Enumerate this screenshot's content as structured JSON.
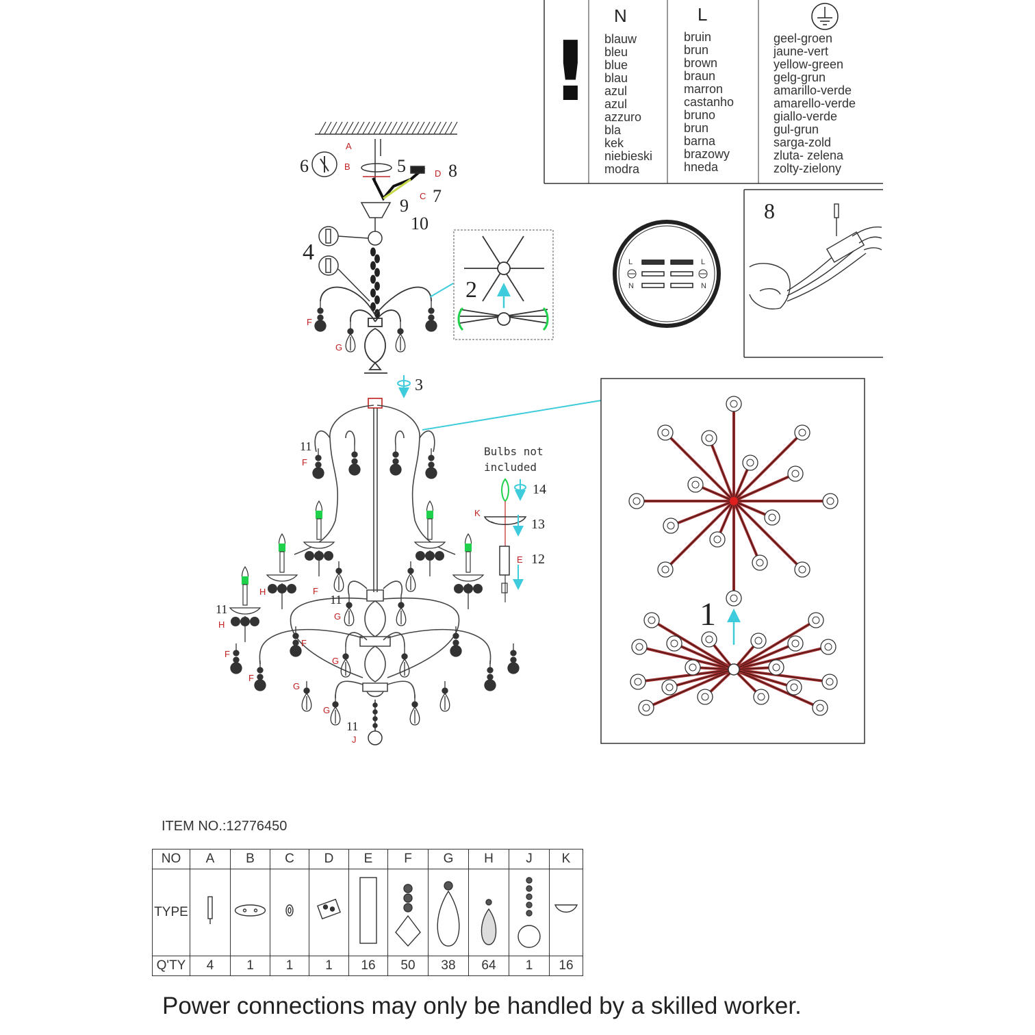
{
  "wiring_table": {
    "warning_symbol": "!",
    "columns": [
      {
        "header": "N",
        "names": [
          "blauw",
          "bleu",
          "blue",
          "blau",
          "azul",
          "azul",
          "azzuro",
          "bla",
          "kek",
          "niebieski",
          "modra"
        ]
      },
      {
        "header": "L",
        "names": [
          "bruin",
          "brun",
          "brown",
          "braun",
          "marron",
          "castanho",
          "bruno",
          "brun",
          "barna",
          "brazowy",
          "hneda"
        ]
      },
      {
        "header": "earth-ground-icon",
        "names": [
          "geel-groen",
          "jaune-vert",
          "yellow-green",
          "gelg-grun",
          "amarillo-verde",
          "amarello-verde",
          "giallo-verde",
          "gul-grun",
          "sarga-zold",
          "zluta- zelena",
          "zolty-zielony"
        ]
      }
    ]
  },
  "terminal_block": {
    "left": [
      "L",
      "N"
    ],
    "right": [
      "L",
      "N"
    ]
  },
  "step_labels": {
    "s1": "1",
    "s2": "2",
    "s3": "3",
    "s4": "4",
    "s5": "5",
    "s6": "6",
    "s7": "7",
    "s8": "8",
    "s8_detail": "8",
    "s9": "9",
    "s10": "10",
    "s11": "11",
    "s12": "12",
    "s13": "13",
    "s14": "14"
  },
  "part_letters": {
    "A": "A",
    "B": "B",
    "C": "C",
    "D": "D",
    "E": "E",
    "F": "F",
    "G": "G",
    "H": "H",
    "J": "J",
    "K": "K"
  },
  "bulb_note": {
    "line1": "Bulbs not",
    "line2": "included"
  },
  "item_number": "ITEM   NO.:12776450",
  "parts_table": {
    "row_no_label": "NO",
    "row_type_label": "TYPE",
    "row_qty_label": "Q'TY",
    "parts": [
      {
        "no": "A",
        "qty": "4",
        "icon": "bolt-icon"
      },
      {
        "no": "B",
        "qty": "1",
        "icon": "canopy-plate-icon"
      },
      {
        "no": "C",
        "qty": "1",
        "icon": "chain-link-icon"
      },
      {
        "no": "D",
        "qty": "1",
        "icon": "terminal-block-icon"
      },
      {
        "no": "E",
        "qty": "16",
        "icon": "candle-sleeve-icon"
      },
      {
        "no": "F",
        "qty": "50",
        "icon": "crystal-pendant-icon"
      },
      {
        "no": "G",
        "qty": "38",
        "icon": "crystal-drop-icon"
      },
      {
        "no": "H",
        "qty": "64",
        "icon": "crystal-strand-icon"
      },
      {
        "no": "J",
        "qty": "1",
        "icon": "crystal-ball-icon"
      },
      {
        "no": "K",
        "qty": "16",
        "icon": "bobeche-dish-icon"
      }
    ]
  },
  "warning": "Power connections may only be  handled by a skilled worker.",
  "colors": {
    "arrow": "#3ecbdc",
    "hub": "#a03030",
    "bulb": "#1fd04a",
    "label": "#c02020",
    "line": "#333333"
  }
}
